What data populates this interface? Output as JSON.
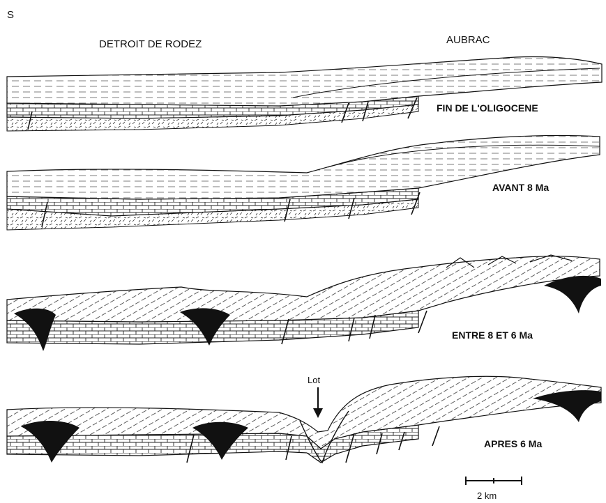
{
  "labels": {
    "orientation": "S",
    "region_left": "DETROIT DE RODEZ",
    "region_right": "AUBRAC",
    "river": "Lot",
    "scale": "2 km"
  },
  "stages": [
    {
      "label": "FIN DE L'OLIGOCENE"
    },
    {
      "label": "AVANT 8 Ma"
    },
    {
      "label": "ENTRE 8 ET 6 Ma"
    },
    {
      "label": "APRES 6 Ma"
    }
  ],
  "colors": {
    "ink": "#111111",
    "paper": "#ffffff"
  }
}
